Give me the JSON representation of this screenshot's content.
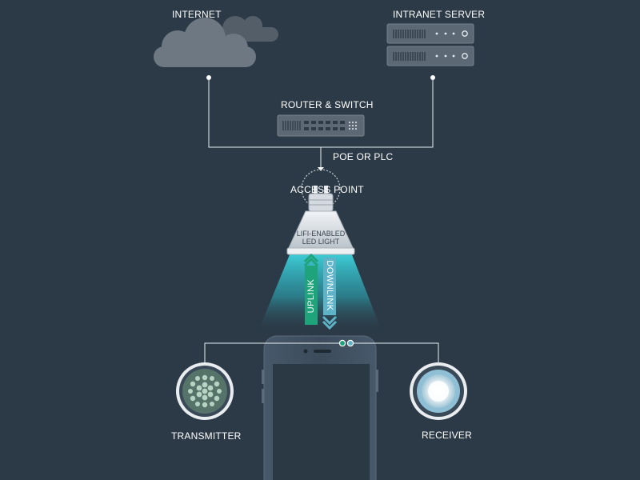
{
  "labels": {
    "internet": "INTERNET",
    "intranet_server": "INTRANET SERVER",
    "router_switch": "ROUTER & SWITCH",
    "poe_or_plc": "POE OR PLC",
    "access_point": "ACCESS POINT",
    "lifi_line1": "LIFI-ENABLED",
    "lifi_line2": "LED LIGHT",
    "uplink": "UPLINK",
    "downlink": "DOWNLINK",
    "transmitter": "TRANSMITTER",
    "receiver": "RECEIVER"
  },
  "colors": {
    "background": "#2c3a47",
    "line": "#e8edf0",
    "uplink": "#1fa37a",
    "downlink": "#5fb3c7",
    "beam": "#3fd7e0",
    "device": "#3e4e5c",
    "screen": "#27353f",
    "cloud": "#6d7883",
    "server": "#5c6873"
  }
}
